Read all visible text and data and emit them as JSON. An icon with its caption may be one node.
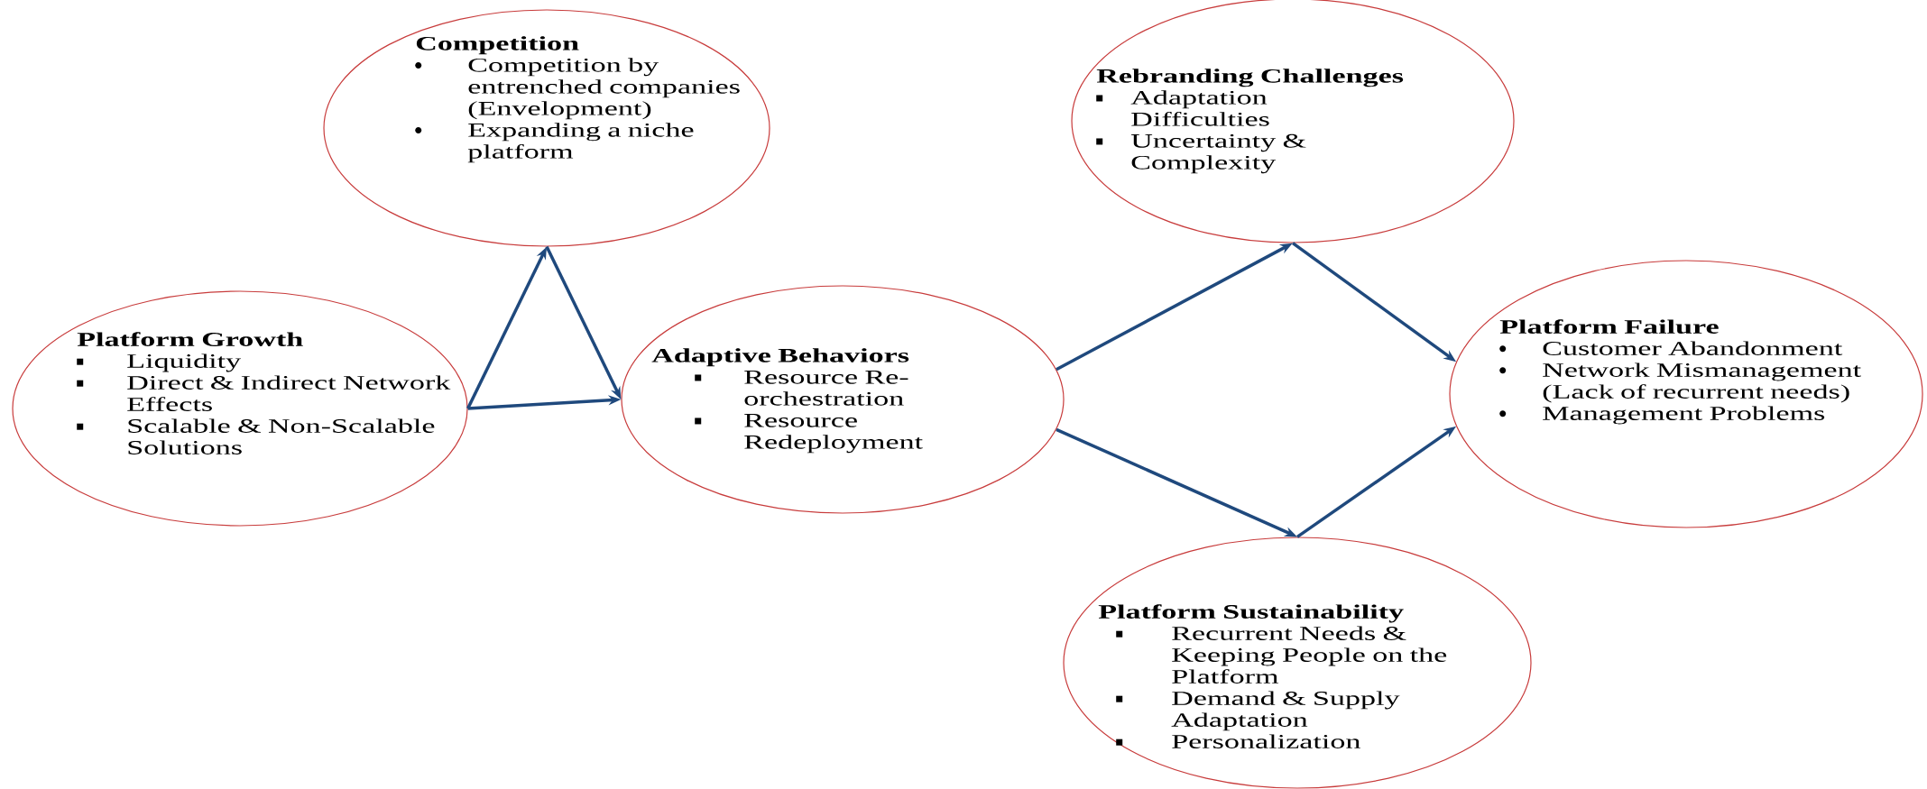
{
  "diagram": {
    "nodes": [
      {
        "text": [
          "Platform Growth",
          "Liquidity",
          "Direct & Indirect Network Effects",
          "Scalable & Non-Scalable Solutions"
        ]
      },
      {
        "text": [
          "Competition",
          "Competition by entrenched companies (Envelopment)",
          "Expanding a niche platform"
        ]
      },
      {
        "text": [
          "Adaptive Behaviors",
          "Resource Re-orchestration",
          "Resource Redeployment"
        ]
      },
      {
        "text": [
          "Rebranding Challenges",
          "Adaptation Difficulties",
          "Uncertainty & Complexity"
        ]
      },
      {
        "text": [
          "Platform Failure",
          "Customer Abandonment",
          "Network Mismanagement (Lack of recurrent needs)",
          "Management Problems"
        ]
      },
      {
        "text": [
          "Platform Sustainability",
          "Recurrent Needs & Keeping People on the Platform",
          "Demand & Supply Adaptation",
          "Personalization"
        ]
      }
    ],
    "edges": [
      {
        "from": 0,
        "to": 1,
        "arrow": "to"
      },
      {
        "from": 1,
        "to": 2,
        "arrow": "to"
      },
      {
        "from": 0,
        "to": 2,
        "arrow": "to"
      },
      {
        "from": 2,
        "to": 3,
        "arrow": "to"
      },
      {
        "from": 3,
        "to": 4,
        "arrow": "to"
      },
      {
        "from": 2,
        "to": 5,
        "arrow": "to"
      },
      {
        "from": 5,
        "to": 4,
        "arrow": "to"
      }
    ]
  }
}
